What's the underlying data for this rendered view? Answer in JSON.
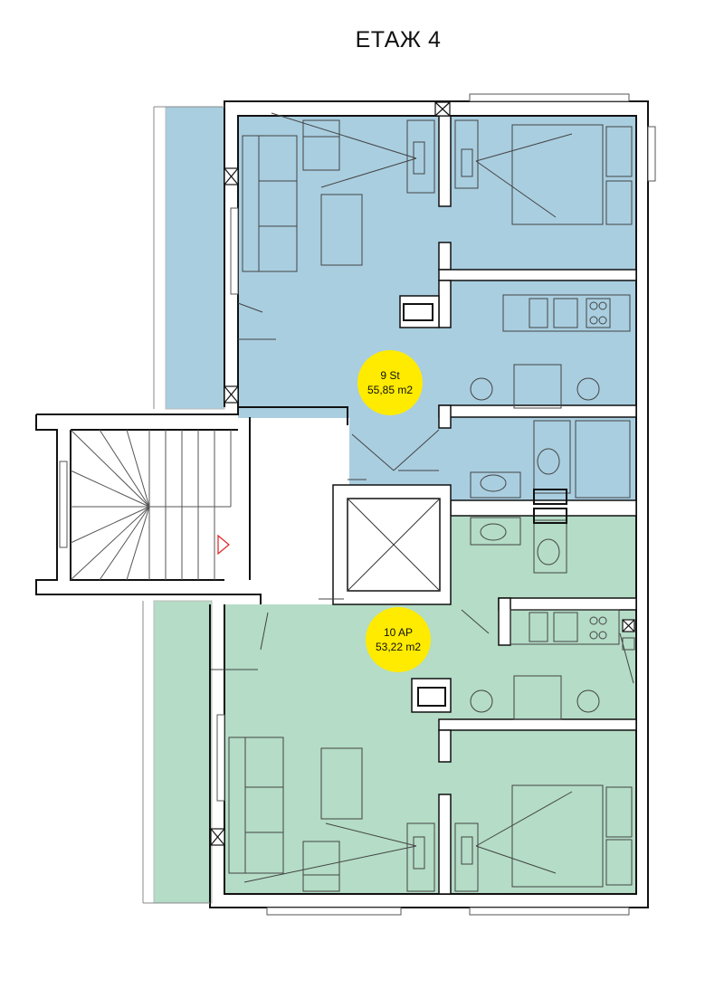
{
  "floor": {
    "title": "ЕТАЖ 4"
  },
  "units": [
    {
      "number": "9 St",
      "area": "55,85 m2",
      "fill_color": "#a9cee0"
    },
    {
      "number": "10 AP",
      "area": "53,22 m2",
      "fill_color": "#b4dcc6"
    }
  ],
  "badge_color": "#ffeb00",
  "wall_color": "#111111",
  "arrow_color": "#e02020"
}
